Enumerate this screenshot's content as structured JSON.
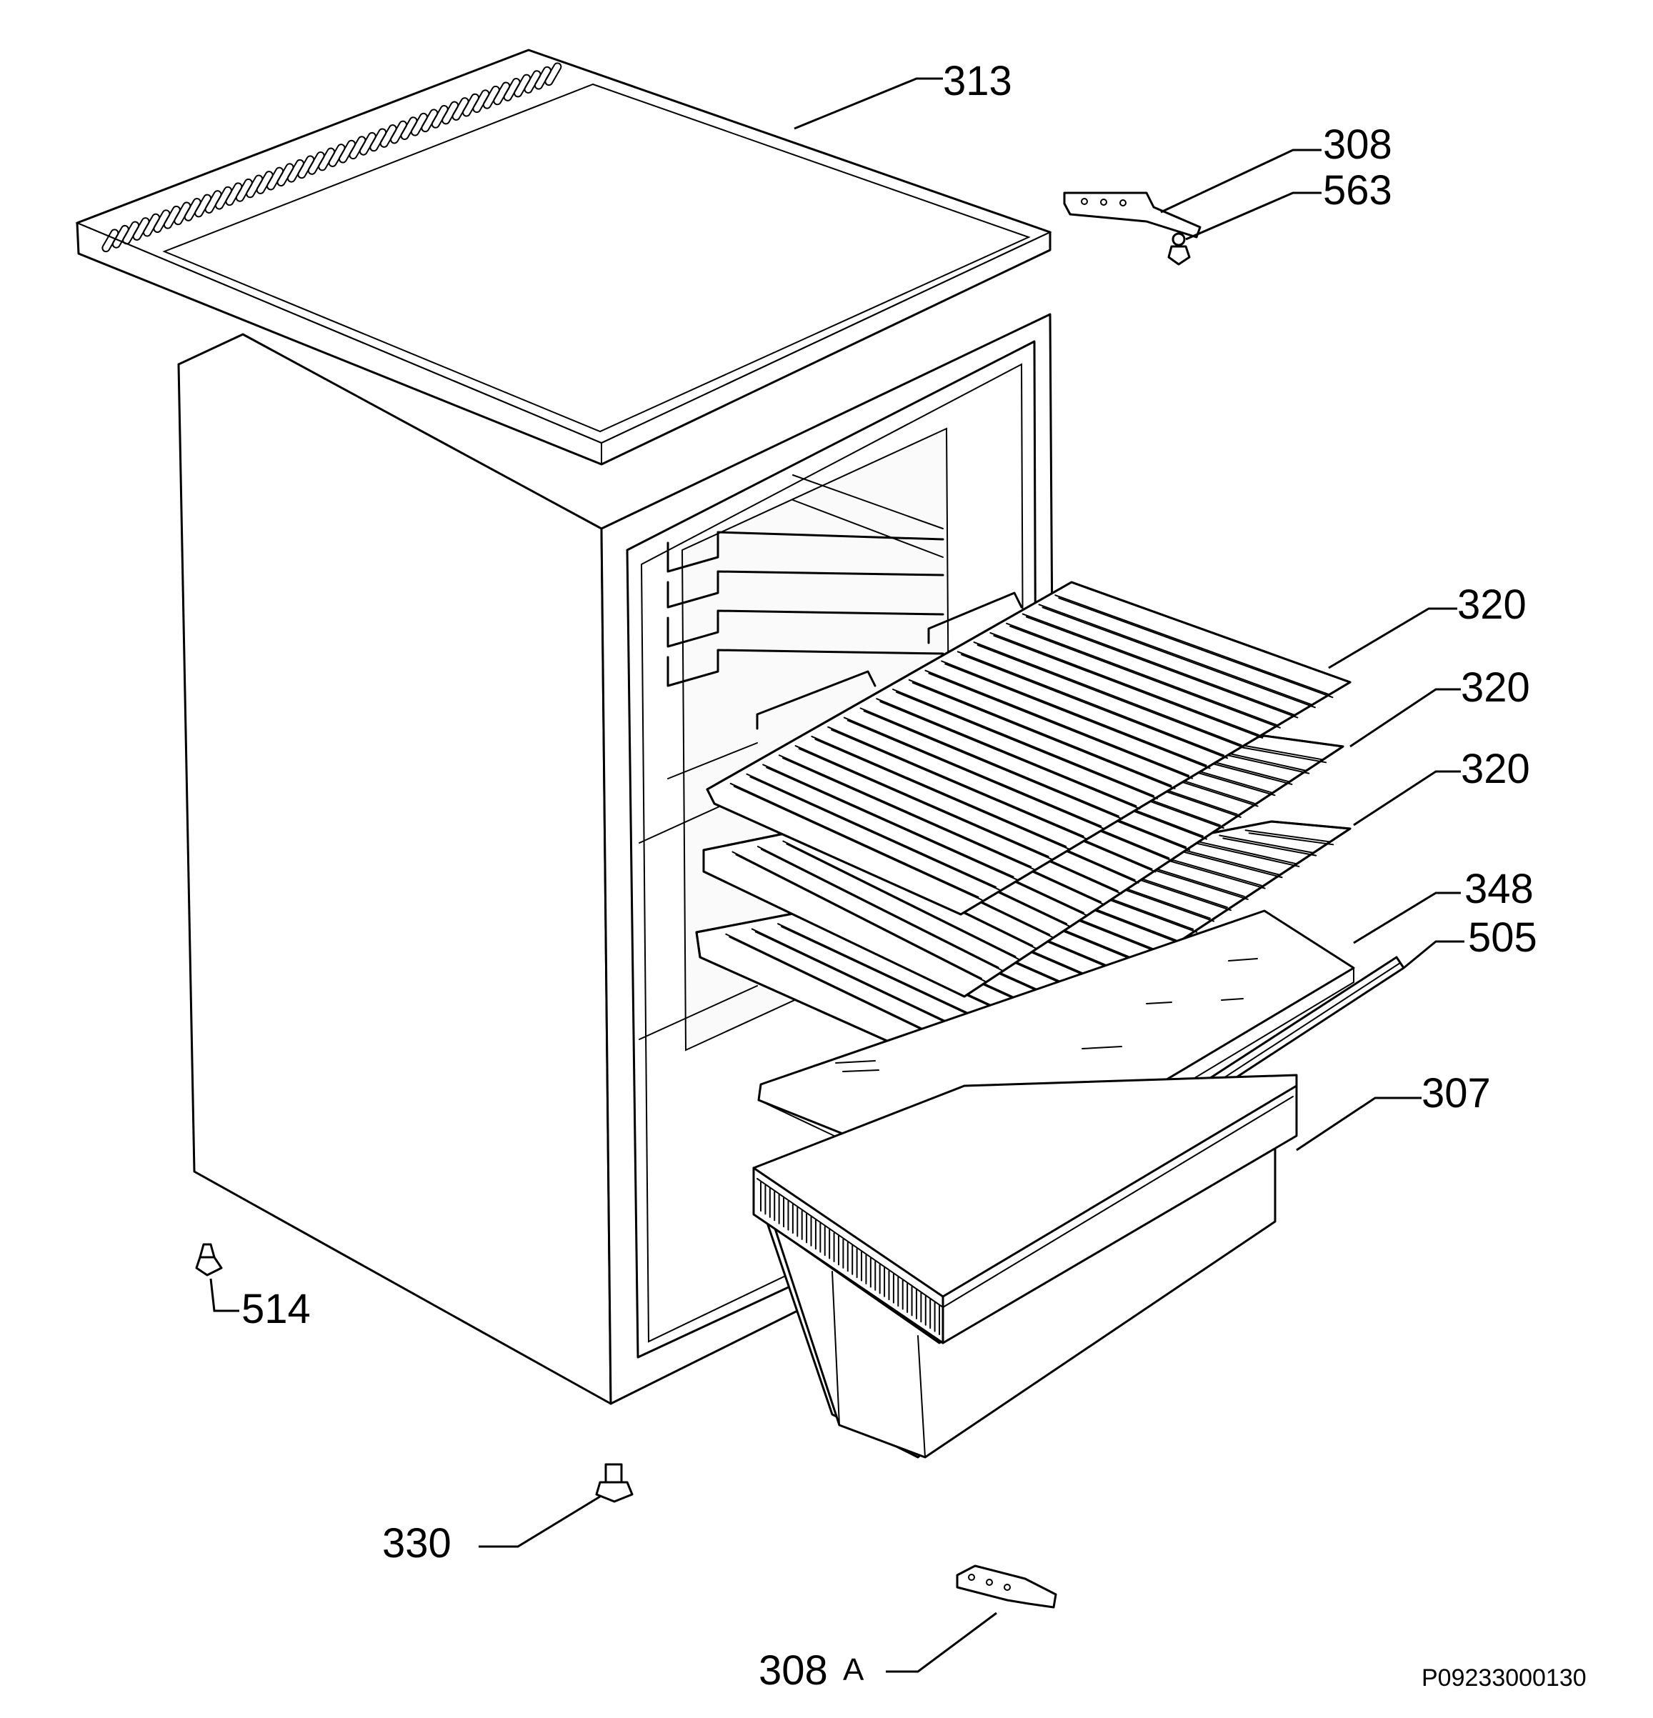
{
  "diagram": {
    "reference_code": "P09233000130",
    "callouts": [
      {
        "id": "top-cover",
        "label": "313"
      },
      {
        "id": "hinge-upper",
        "label": "308"
      },
      {
        "id": "hinge-pin",
        "label": "563"
      },
      {
        "id": "shelf-1",
        "label": "320"
      },
      {
        "id": "shelf-2",
        "label": "320"
      },
      {
        "id": "shelf-3",
        "label": "320"
      },
      {
        "id": "glass-shelf",
        "label": "348"
      },
      {
        "id": "trim-strip",
        "label": "505"
      },
      {
        "id": "crisper-drawer",
        "label": "307"
      },
      {
        "id": "foot-plug",
        "label": "514"
      },
      {
        "id": "adjustable-foot",
        "label": "330"
      },
      {
        "id": "hinge-lower",
        "label": "308"
      },
      {
        "id": "hinge-lower-suffix",
        "label": "A"
      }
    ]
  }
}
